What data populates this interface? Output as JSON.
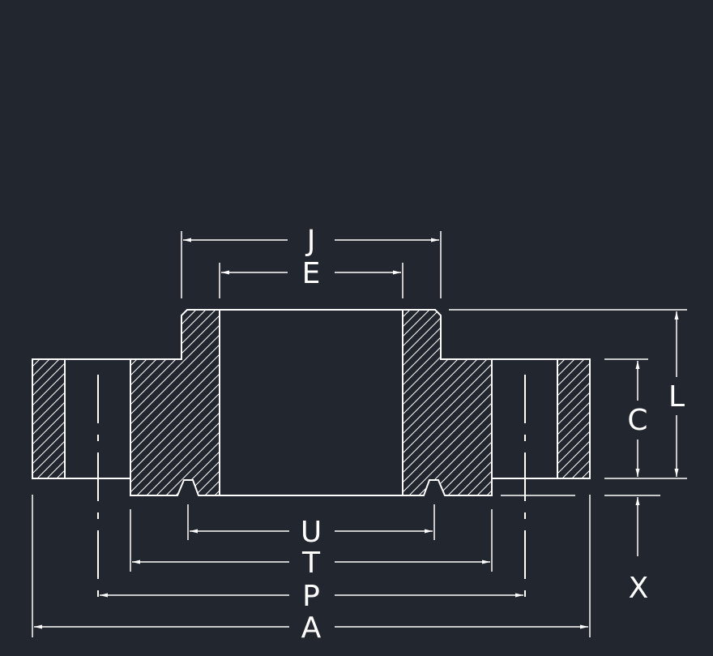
{
  "colors": {
    "background": "#22272f",
    "stroke": "#ffffff"
  },
  "labels": {
    "J": "J",
    "E": "E",
    "L": "L",
    "C": "C",
    "U": "U",
    "T": "T",
    "P": "P",
    "X": "X",
    "A": "A"
  }
}
